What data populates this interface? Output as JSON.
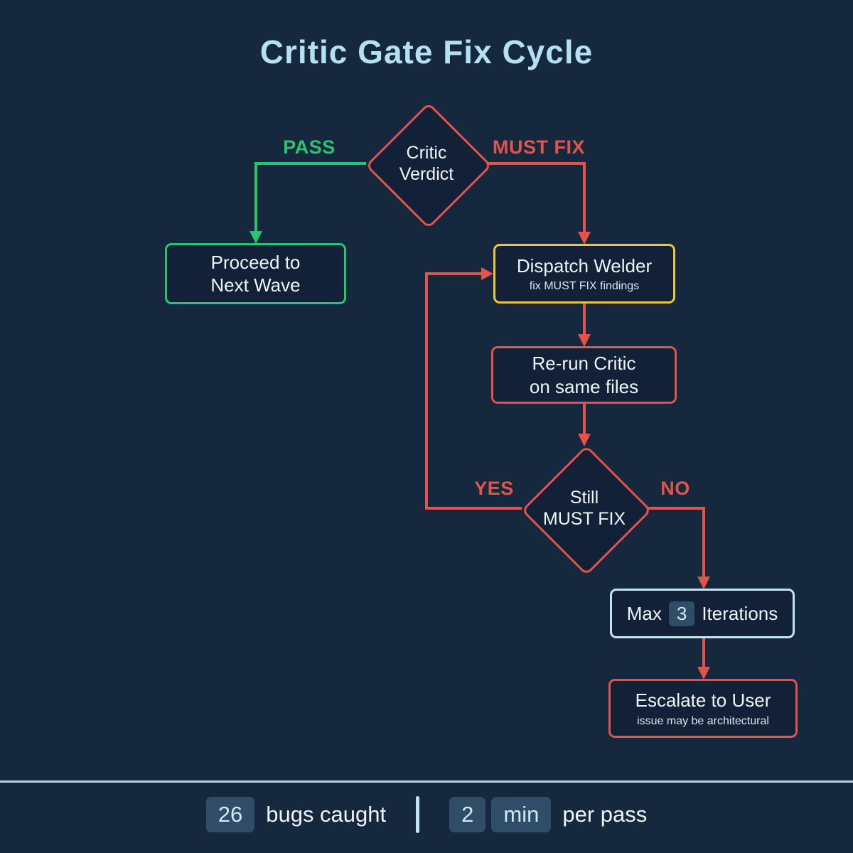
{
  "title": "Critic Gate Fix Cycle",
  "colors": {
    "background": "#16283e",
    "box_fill": "#122138",
    "title": "#b5e0f2",
    "green": "#2bc46e",
    "red": "#e2534a",
    "yellow": "#e9c73e",
    "light_blue": "#c4e4f0",
    "badge_bg": "#2f4d66",
    "badge_text": "#cfe9f6"
  },
  "flowchart": {
    "critic_verdict": {
      "line1": "Critic",
      "line2": "Verdict"
    },
    "pass_label": "PASS",
    "must_fix_label": "MUST FIX",
    "proceed": {
      "line1": "Proceed to",
      "line2": "Next Wave"
    },
    "dispatch": {
      "title": "Dispatch Welder",
      "subtitle": "fix MUST FIX findings"
    },
    "rerun": {
      "line1": "Re-run Critic",
      "line2": "on same files"
    },
    "still_must_fix": {
      "line1": "Still",
      "line2": "MUST FIX"
    },
    "yes_label": "YES",
    "no_label": "NO",
    "max_iterations": {
      "prefix": "Max",
      "count": "3",
      "suffix": "Iterations"
    },
    "escalate": {
      "title": "Escalate to User",
      "subtitle": "issue may be architectural"
    }
  },
  "footer": {
    "stat1": {
      "value": "26",
      "label": "bugs caught"
    },
    "stat2": {
      "value": "2",
      "unit": "min",
      "label": "per pass"
    }
  }
}
